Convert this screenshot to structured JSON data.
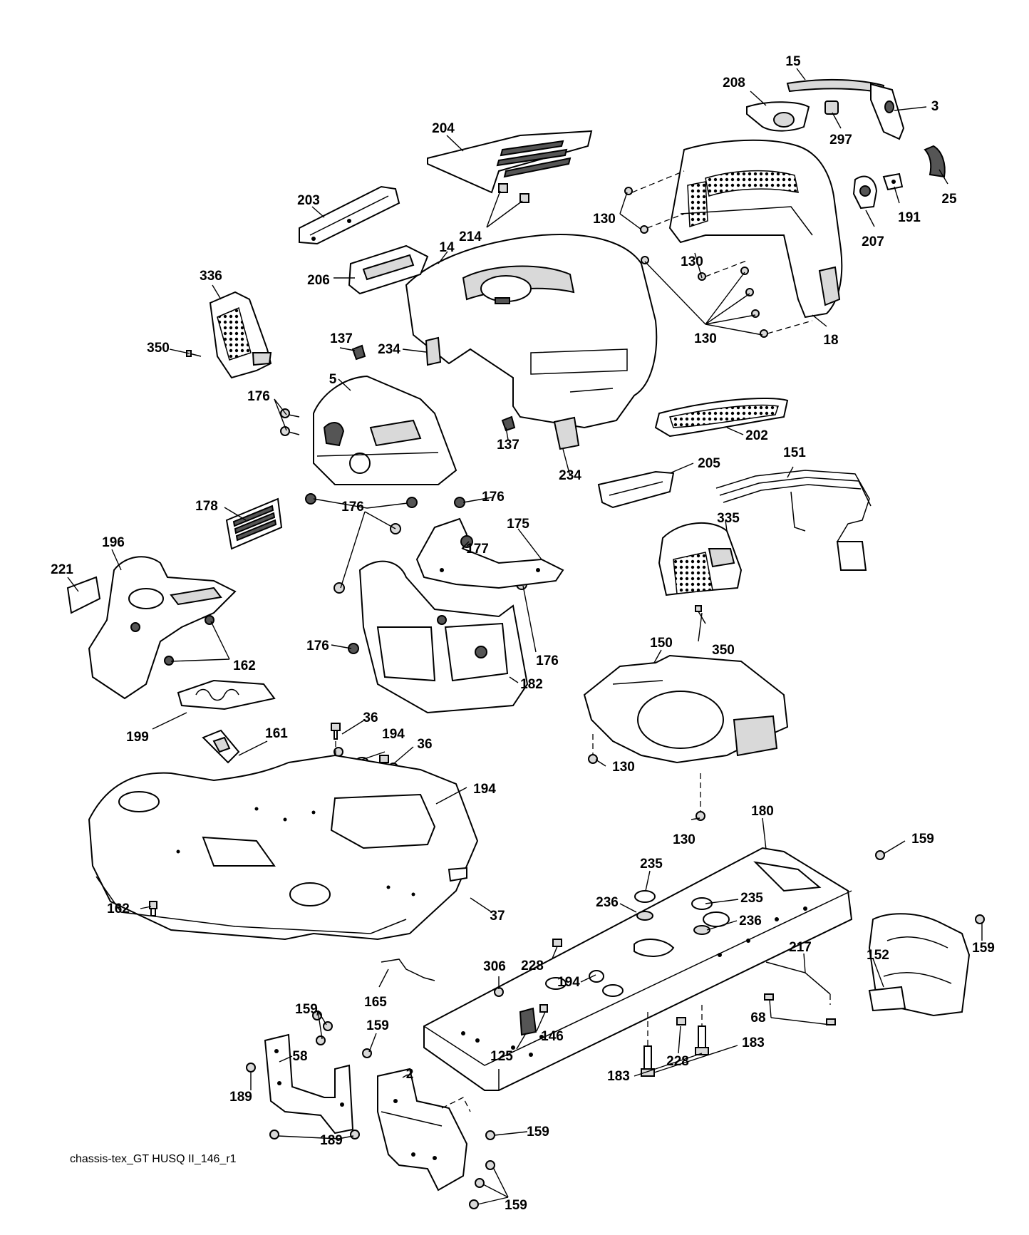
{
  "diagram_id": "chassis-tex_GT HUSQ II_146_r1",
  "callouts": [
    {
      "id": "c-15",
      "text": "15"
    },
    {
      "id": "c-208",
      "text": "208"
    },
    {
      "id": "c-3",
      "text": "3"
    },
    {
      "id": "c-297",
      "text": "297"
    },
    {
      "id": "c-204",
      "text": "204"
    },
    {
      "id": "c-25",
      "text": "25"
    },
    {
      "id": "c-191",
      "text": "191"
    },
    {
      "id": "c-207",
      "text": "207"
    },
    {
      "id": "c-130a",
      "text": "130"
    },
    {
      "id": "c-130b",
      "text": "130"
    },
    {
      "id": "c-130c",
      "text": "130"
    },
    {
      "id": "c-18",
      "text": "18"
    },
    {
      "id": "c-203",
      "text": "203"
    },
    {
      "id": "c-214",
      "text": "214"
    },
    {
      "id": "c-14",
      "text": "14"
    },
    {
      "id": "c-206",
      "text": "206"
    },
    {
      "id": "c-336",
      "text": "336"
    },
    {
      "id": "c-350a",
      "text": "350"
    },
    {
      "id": "c-137a",
      "text": "137"
    },
    {
      "id": "c-234a",
      "text": "234"
    },
    {
      "id": "c-5",
      "text": "5"
    },
    {
      "id": "c-176a",
      "text": "176"
    },
    {
      "id": "c-137b",
      "text": "137"
    },
    {
      "id": "c-202",
      "text": "202"
    },
    {
      "id": "c-234b",
      "text": "234"
    },
    {
      "id": "c-205",
      "text": "205"
    },
    {
      "id": "c-151",
      "text": "151"
    },
    {
      "id": "c-178",
      "text": "178"
    },
    {
      "id": "c-176b",
      "text": "176"
    },
    {
      "id": "c-176c",
      "text": "176"
    },
    {
      "id": "c-175",
      "text": "175"
    },
    {
      "id": "c-335",
      "text": "335"
    },
    {
      "id": "c-196",
      "text": "196"
    },
    {
      "id": "c-177",
      "text": "177"
    },
    {
      "id": "c-221",
      "text": "221"
    },
    {
      "id": "c-162a",
      "text": "162"
    },
    {
      "id": "c-176d",
      "text": "176"
    },
    {
      "id": "c-176e",
      "text": "176"
    },
    {
      "id": "c-350b",
      "text": "350"
    },
    {
      "id": "c-150",
      "text": "150"
    },
    {
      "id": "c-182",
      "text": "182"
    },
    {
      "id": "c-199",
      "text": "199"
    },
    {
      "id": "c-36a",
      "text": "36"
    },
    {
      "id": "c-194a",
      "text": "194"
    },
    {
      "id": "c-36b",
      "text": "36"
    },
    {
      "id": "c-161",
      "text": "161"
    },
    {
      "id": "c-130d",
      "text": "130"
    },
    {
      "id": "c-194b",
      "text": "194"
    },
    {
      "id": "c-130e",
      "text": "130"
    },
    {
      "id": "c-180",
      "text": "180"
    },
    {
      "id": "c-159a",
      "text": "159"
    },
    {
      "id": "c-235a",
      "text": "235"
    },
    {
      "id": "c-236a",
      "text": "236"
    },
    {
      "id": "c-235b",
      "text": "235"
    },
    {
      "id": "c-236b",
      "text": "236"
    },
    {
      "id": "c-162b",
      "text": "162"
    },
    {
      "id": "c-37",
      "text": "37"
    },
    {
      "id": "c-159b",
      "text": "159"
    },
    {
      "id": "c-152",
      "text": "152"
    },
    {
      "id": "c-228a",
      "text": "228"
    },
    {
      "id": "c-217",
      "text": "217"
    },
    {
      "id": "c-306",
      "text": "306"
    },
    {
      "id": "c-194c",
      "text": "194"
    },
    {
      "id": "c-165",
      "text": "165"
    },
    {
      "id": "c-68",
      "text": "68"
    },
    {
      "id": "c-159c",
      "text": "159"
    },
    {
      "id": "c-146",
      "text": "146"
    },
    {
      "id": "c-159d",
      "text": "159"
    },
    {
      "id": "c-228b",
      "text": "228"
    },
    {
      "id": "c-183a",
      "text": "183"
    },
    {
      "id": "c-58",
      "text": "58"
    },
    {
      "id": "c-125",
      "text": "125"
    },
    {
      "id": "c-189a",
      "text": "189"
    },
    {
      "id": "c-2",
      "text": "2"
    },
    {
      "id": "c-183b",
      "text": "183"
    },
    {
      "id": "c-189b",
      "text": "189"
    },
    {
      "id": "c-159e",
      "text": "159"
    },
    {
      "id": "c-159f",
      "text": "159"
    }
  ]
}
